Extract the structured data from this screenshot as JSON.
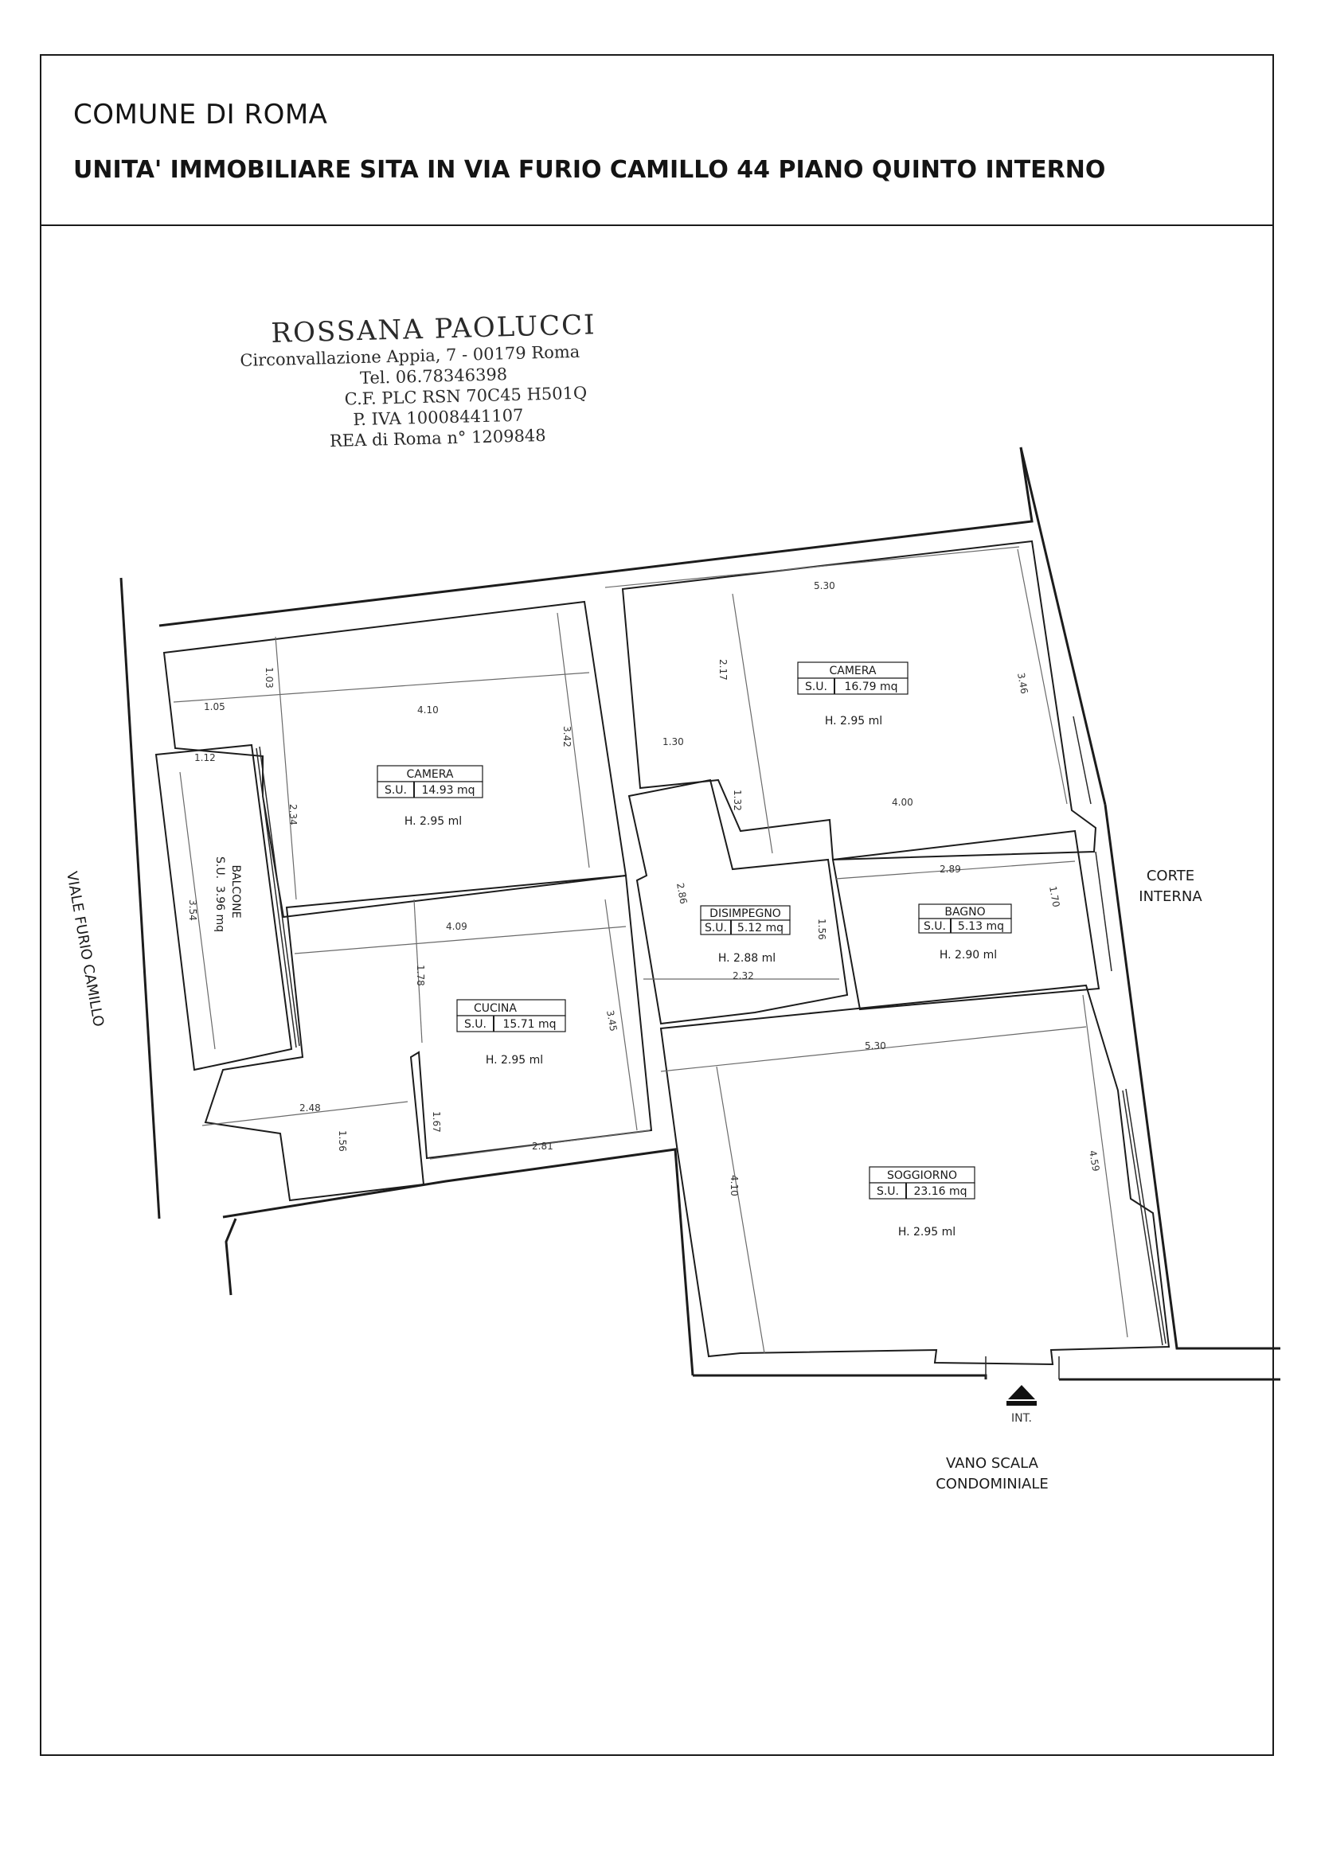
{
  "header": {
    "municipality": "COMUNE DI ROMA",
    "property": "UNITA' IMMOBILIARE SITA IN VIA FURIO CAMILLO 44  PIANO QUINTO INTERNO"
  },
  "stamp": {
    "name": "ROSSANA PAOLUCCI",
    "address": "Circonvallazione Appia, 7 - 00179 Roma",
    "phone": "Tel. 06.78346398",
    "tax_code": "C.F. PLC RSN 70C45 H501Q",
    "vat": "P. IVA 10008441107",
    "rea": "REA di Roma n° 1209848"
  },
  "plan": {
    "rooms": {
      "camera_1": {
        "name": "CAMERA",
        "su_label": "S.U.",
        "su_value": "14.93 mq",
        "height": "H. 2.95 ml"
      },
      "camera_2": {
        "name": "CAMERA",
        "su_label": "S.U.",
        "su_value": "16.79 mq",
        "height": "H. 2.95 ml"
      },
      "balcone": {
        "name": "BALCONE",
        "su_label": "S.U.",
        "su_value": "3.96 mq"
      },
      "cucina": {
        "name": "CUCINA",
        "su_label": "S.U.",
        "su_value": "15.71 mq",
        "height": "H. 2.95 ml"
      },
      "disimpegno": {
        "name": "DISIMPEGNO",
        "su_label": "S.U.",
        "su_value": "5.12 mq",
        "height": "H. 2.88 ml"
      },
      "bagno": {
        "name": "BAGNO",
        "su_label": "S.U.",
        "su_value": "5.13 mq",
        "height": "H. 2.90 ml"
      },
      "soggiorno": {
        "name": "SOGGIORNO",
        "su_label": "S.U.",
        "su_value": "23.16 mq",
        "height": "H. 2.95 ml"
      }
    },
    "dimensions": {
      "d_530_top": "5.30",
      "d_217": "2.17",
      "d_346": "3.46",
      "d_130": "1.30",
      "d_132": "1.32",
      "d_400": "4.00",
      "d_105": "1.05",
      "d_103": "1.03",
      "d_410_cam": "4.10",
      "d_342": "3.42",
      "d_112": "1.12",
      "d_234": "2.34",
      "d_354": "3.54",
      "d_409": "4.09",
      "d_178": "1.78",
      "d_345": "3.45",
      "d_286": "2.86",
      "d_156_dis": "1.56",
      "d_232": "2.32",
      "d_289": "2.89",
      "d_170": "1.70",
      "d_530_sog": "5.30",
      "d_248": "2.48",
      "d_156_cuc": "1.56",
      "d_167": "1.67",
      "d_281": "2.81",
      "d_410_sog": "4.10",
      "d_459": "4.59"
    },
    "labels": {
      "street": "VIALE FURIO CAMILLO",
      "courtyard_1": "CORTE",
      "courtyard_2": "INTERNA",
      "entrance": "INT.",
      "stair_1": "VANO SCALA",
      "stair_2": "CONDOMINIALE"
    }
  }
}
